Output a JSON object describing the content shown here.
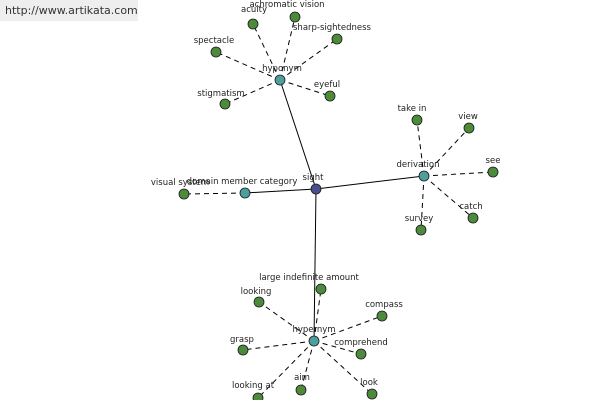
{
  "url": "http://www.artikata.com",
  "colors": {
    "center": "#4a4f8c",
    "hub": "#4f9e9e",
    "leaf": "#4d8a3c",
    "line": "#000000"
  },
  "center_label": "sight",
  "hubs": [
    {
      "id": "hyponym",
      "label": "hyponym",
      "leaves": [
        "acuity",
        "achromatic vision",
        "sharp-sightedness",
        "spectacle",
        "eyeful",
        "stigmatism"
      ]
    },
    {
      "id": "derivation",
      "label": "derivation",
      "leaves": [
        "take in",
        "view",
        "see",
        "catch",
        "survey"
      ]
    },
    {
      "id": "domain",
      "label": "domain member category",
      "leaves": [
        "visual system"
      ]
    },
    {
      "id": "hypernym",
      "label": "hypernym",
      "leaves": [
        "large indefinite amount",
        "looking",
        "compass",
        "grasp",
        "comprehend",
        "looking at",
        "aim",
        "look"
      ]
    }
  ]
}
